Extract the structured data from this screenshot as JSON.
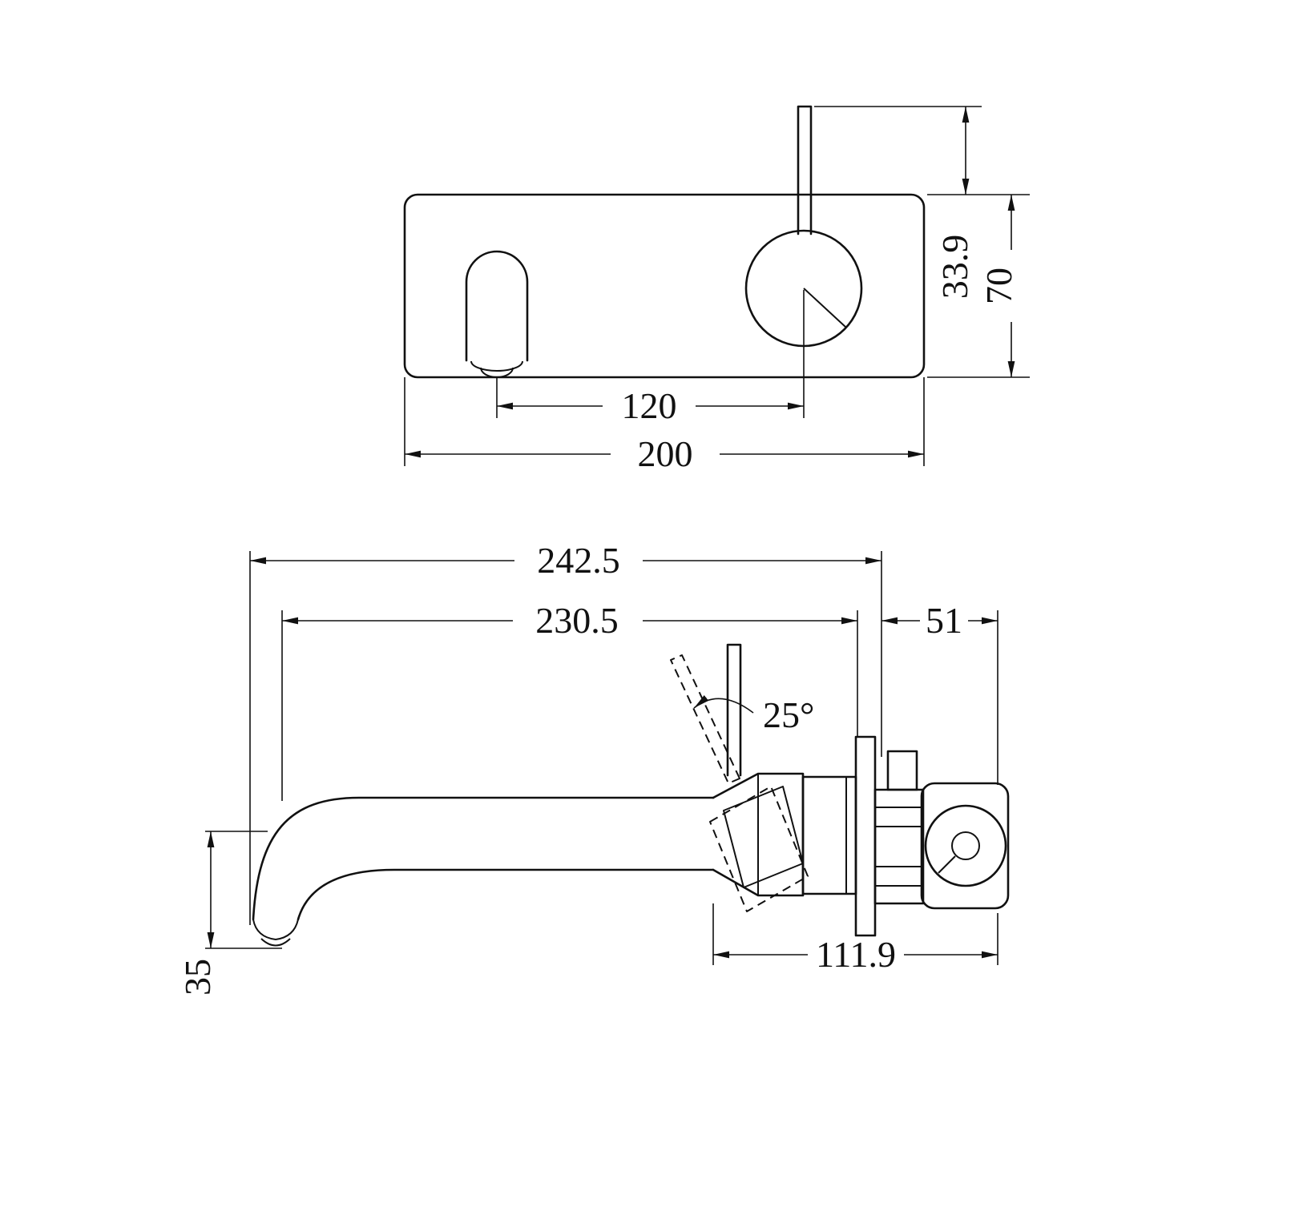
{
  "meta": {
    "background": "#ffffff",
    "line_color": "#111111",
    "drawing_type": "wall-mounted basin mixer technical dimension drawing"
  },
  "top_view": {
    "dims": {
      "spout_to_mixer": "120",
      "plate_width": "200",
      "handle_clearance": "33.9",
      "plate_height": "70"
    }
  },
  "side_view": {
    "dims": {
      "overall_projection": "242.5",
      "spout_projection": "230.5",
      "recess_depth": "51",
      "body_length": "111.9",
      "spout_drop": "35",
      "handle_angle": "25°"
    }
  }
}
